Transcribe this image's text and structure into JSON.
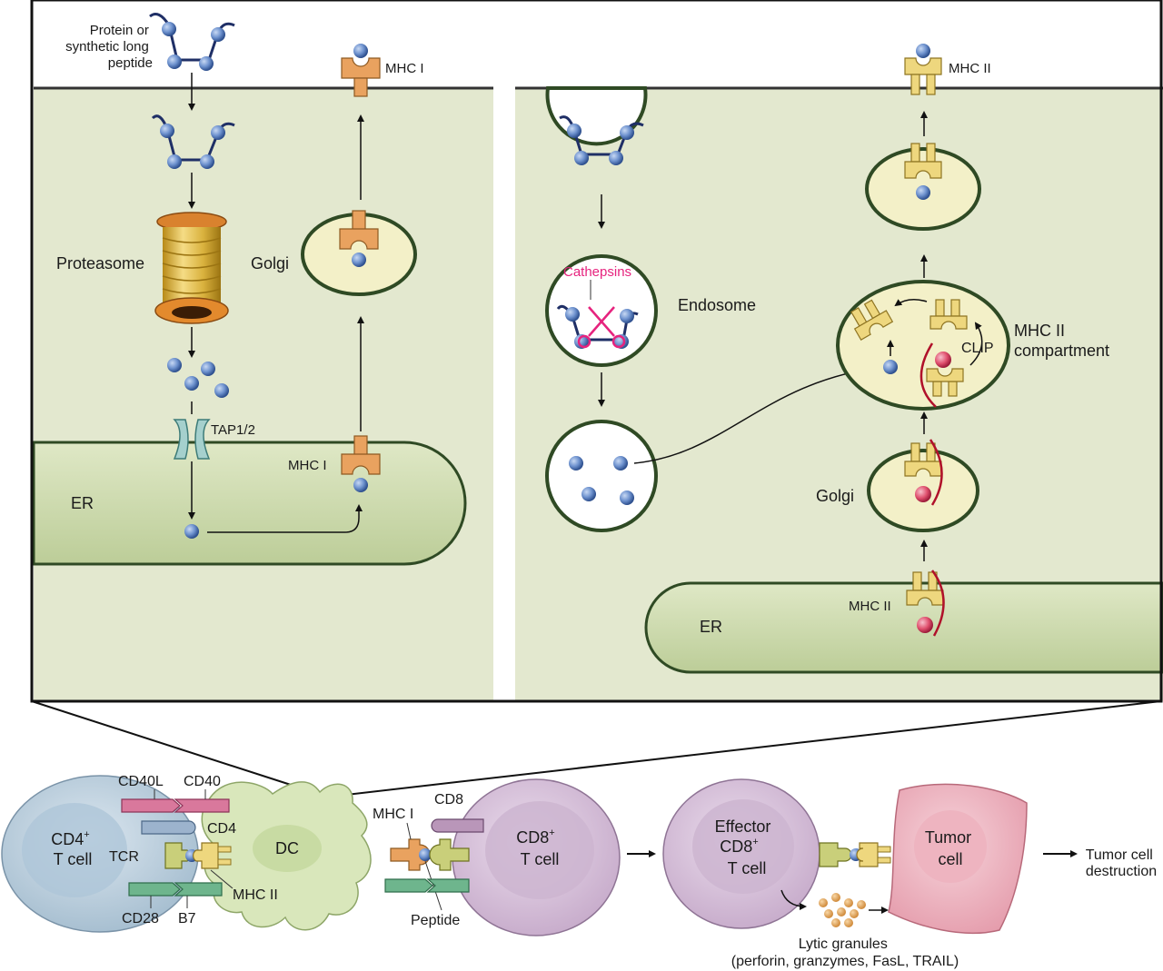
{
  "left_panel": {
    "input_label": [
      "Protein or",
      "synthetic long",
      "peptide"
    ],
    "proteasome": "Proteasome",
    "golgi": "Golgi",
    "mhc1_surface": "MHC I",
    "mhc1_er": "MHC I",
    "tap": "TAP1/2",
    "er": "ER"
  },
  "right_panel": {
    "cathepsins": "Cathepsins",
    "endosome": "Endosome",
    "mhc2_surface": "MHC II",
    "mhc2_compartment": [
      "MHC II",
      "compartment"
    ],
    "clip": "CLIP",
    "golgi": "Golgi",
    "mhc2_er": "MHC II",
    "er": "ER"
  },
  "bottom": {
    "cd40l": "CD40L",
    "cd40": "CD40",
    "cd4": "CD4",
    "cd4_cell_main": "CD4",
    "cd4_cell_sup": "+",
    "cd4_cell_line2": "T cell",
    "tcr": "TCR",
    "dc": "DC",
    "mhc2": "MHC II",
    "cd28": "CD28",
    "b7": "B7",
    "mhc1": "MHC I",
    "cd8": "CD8",
    "peptide": "Peptide",
    "cd8_cell_main": "CD8",
    "cd8_cell_sup": "+",
    "cd8_cell_line2": "T cell",
    "effector_line1": "Effector",
    "effector_line2_main": "CD8",
    "effector_line2_sup": "+",
    "effector_line3": "T cell",
    "tumor_line1": "Tumor",
    "tumor_line2": "cell",
    "destruction": [
      "Tumor cell",
      "destruction"
    ],
    "granules_line1": "Lytic granules",
    "granules_line2": "(perforin, granzymes, FasL, TRAIL)"
  },
  "colors": {
    "cytoplasm": "#e3e8cf",
    "er": "#cfdcb0",
    "peptide": "#6f93cf",
    "mhc1": "#e9a25f",
    "mhc2": "#eed77e",
    "vesicle": "#f3f0c8",
    "cathepsin_pink": "#e6237e",
    "clip_red": "#b0112a"
  }
}
